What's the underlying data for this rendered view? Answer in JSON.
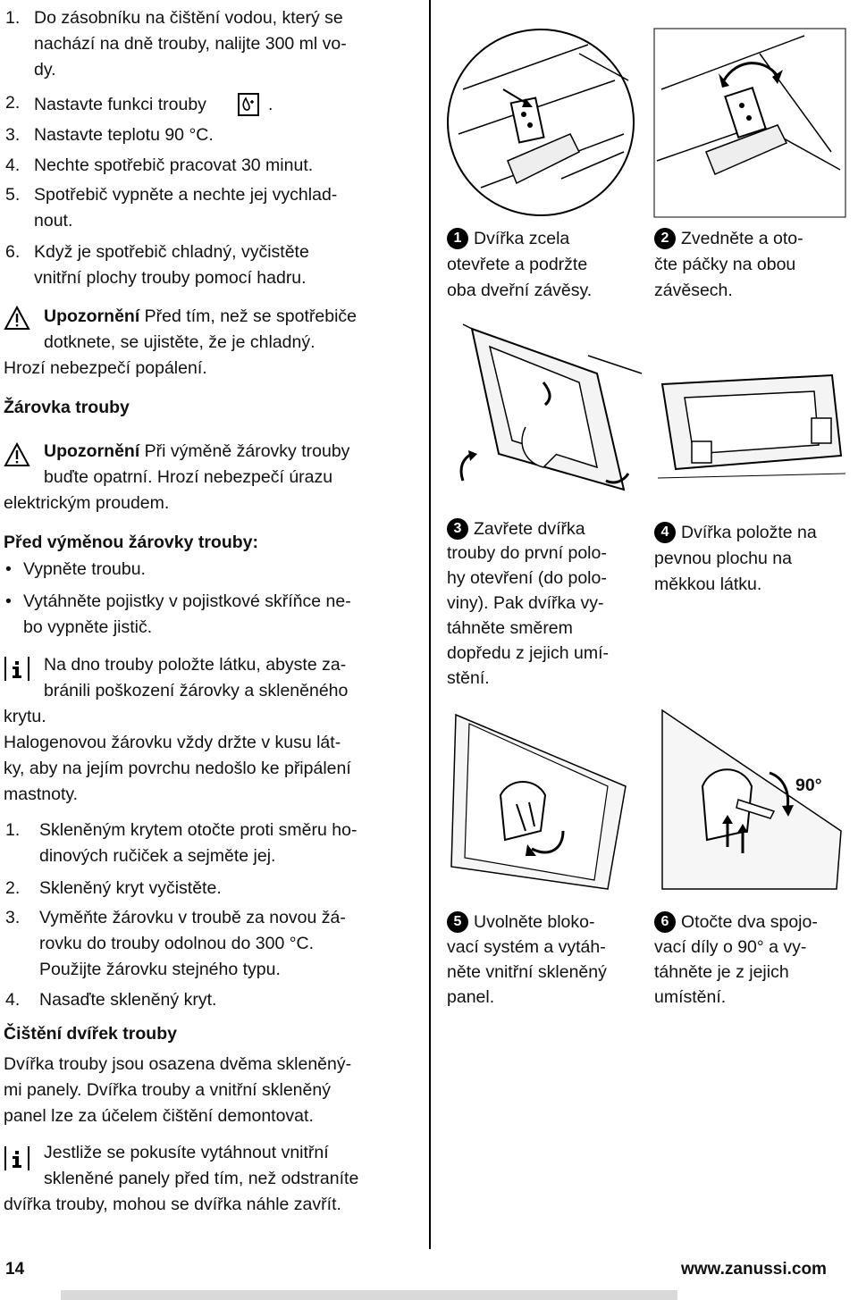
{
  "steps_a": [
    {
      "n": "1.",
      "lines": [
        "Do zásobníku na čištění vodou, který se",
        "nachází na dně trouby, nalijte 300 ml vo-",
        "dy."
      ]
    },
    {
      "n": "2.",
      "lines": [
        "Nastavte funkci trouby"
      ],
      "suffix": "."
    },
    {
      "n": "3.",
      "lines": [
        "Nastavte teplotu 90 °C."
      ]
    },
    {
      "n": "4.",
      "lines": [
        "Nechte spotřebič pracovat 30 minut."
      ]
    },
    {
      "n": "5.",
      "lines": [
        "Spotřebič vypněte a nechte jej vychlad-",
        "nout."
      ]
    },
    {
      "n": "6.",
      "lines": [
        "Když je spotřebič chladný, vyčistěte",
        "vnitřní plochy trouby pomocí hadru."
      ]
    }
  ],
  "warning1": {
    "label": "Upozornění",
    "line1": " Před tím, než se spotřebiče",
    "line2": "dotknete, se ujistěte, že je chladný.",
    "line3": "Hrozí nebezpečí popálení."
  },
  "heading_bulb": "Žárovka trouby",
  "warning2": {
    "label": "Upozornění",
    "line1": " Při výměně žárovky trouby",
    "line2": "buďte opatrní. Hrozí nebezpečí úrazu",
    "line3": "elektrickým proudem."
  },
  "heading_before": "Před výměnou žárovky trouby:",
  "bullets": [
    {
      "lines": [
        "Vypněte troubu."
      ]
    },
    {
      "lines": [
        "Vytáhněte pojistky v pojistkové skříňce ne-",
        "bo vypněte jistič."
      ]
    }
  ],
  "info1": {
    "line1": "Na dno trouby položte látku, abyste za-",
    "line2": "bránili poškození žárovky a skleněného",
    "line3": "krytu.",
    "line4": "Halogenovou žárovku vždy držte v kusu lát-",
    "line5": "ky, aby na jejím povrchu nedošlo ke připálení",
    "line6": "mastnoty."
  },
  "steps_b": [
    {
      "n": "1.",
      "lines": [
        "Skleněným krytem otočte proti směru ho-",
        "dinových ručiček a sejměte jej."
      ]
    },
    {
      "n": "2.",
      "lines": [
        "Skleněný kryt vyčistěte."
      ]
    },
    {
      "n": "3.",
      "lines": [
        "Vyměňte žárovku v troubě za novou žá-",
        "rovku do trouby odolnou do 300 °C.",
        "Použijte žárovku stejného typu."
      ]
    },
    {
      "n": "4.",
      "lines": [
        "Nasaďte skleněný kryt."
      ]
    }
  ],
  "heading_door": "Čištění dvířek trouby",
  "door_text": {
    "line1": "Dvířka trouby jsou osazena dvěma skleněný-",
    "line2": "mi panely. Dvířka trouby a vnitřní skleněný",
    "line3": "panel lze za účelem čištění demontovat."
  },
  "info2": {
    "line1": "Jestliže se pokusíte vytáhnout vnitřní",
    "line2": "skleněné panely před tím, než odstraníte",
    "line3": "dvířka trouby, mohou se dvířka náhle zavřít."
  },
  "captions": [
    {
      "n": "1",
      "lines": [
        "Dvířka zcela",
        "otevřete a podržte",
        "oba dveřní závěsy."
      ]
    },
    {
      "n": "2",
      "lines": [
        "Zvedněte a oto-",
        "čte páčky na obou",
        "závěsech."
      ]
    },
    {
      "n": "3",
      "lines": [
        "Zavřete dvířka",
        "trouby do první polo-",
        "hy otevření (do polo-",
        "viny). Pak dvířka vy-",
        "táhněte směrem",
        "dopředu z jejich umí-",
        "stění."
      ]
    },
    {
      "n": "4",
      "lines": [
        "Dvířka položte na",
        "pevnou plochu na",
        "měkkou látku."
      ]
    },
    {
      "n": "5",
      "lines": [
        "Uvolněte bloko-",
        "vací systém a vytáh-",
        "něte vnitřní skleněný",
        "panel."
      ]
    },
    {
      "n": "6",
      "lines": [
        "Otočte dva spojo-",
        "vací díly o 90° a vy-",
        "táhněte je z jejich",
        "umístění."
      ]
    }
  ],
  "fig6_label": "90°",
  "page_number": "14",
  "website": "www.zanussi.com"
}
